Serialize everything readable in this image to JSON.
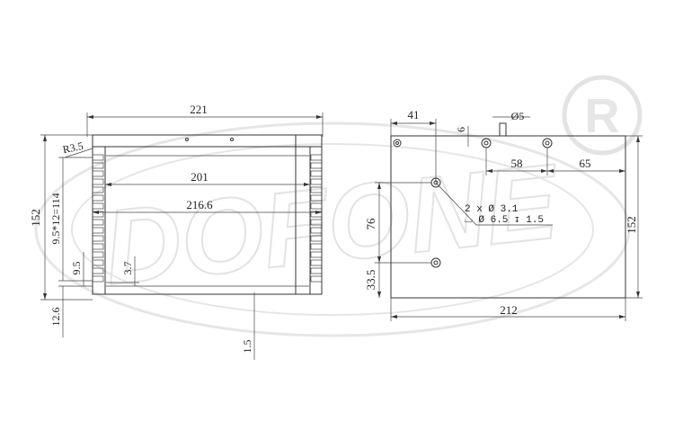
{
  "watermark": {
    "brand_text": "DOFONE",
    "registered_symbol": "R"
  },
  "front_view": {
    "width_overall": "221",
    "inner_width": "201",
    "flange_width": "216.6",
    "height_overall": "152",
    "corner_radius": "R3.5",
    "vent_pitch": "9.5*12=114",
    "vent_start": "9.5",
    "gap": "3.7",
    "bottom_offset": "12.6",
    "sheet_thickness": "1.5"
  },
  "side_view": {
    "left_offset": "41",
    "small_offset": "6",
    "terminal_dia": "Ø5",
    "hole_spacing_1": "58",
    "hole_spacing_2": "65",
    "hole_vertical": "76",
    "hole_bottom": "33.5",
    "height": "152",
    "width": "212",
    "hole_note_line1": "2 x Ø 3.1",
    "hole_note_line2": "⌴ Ø 6.5 ↧ 1.5"
  },
  "colors": {
    "line": "#333333",
    "watermark": "#e6e6e6"
  }
}
